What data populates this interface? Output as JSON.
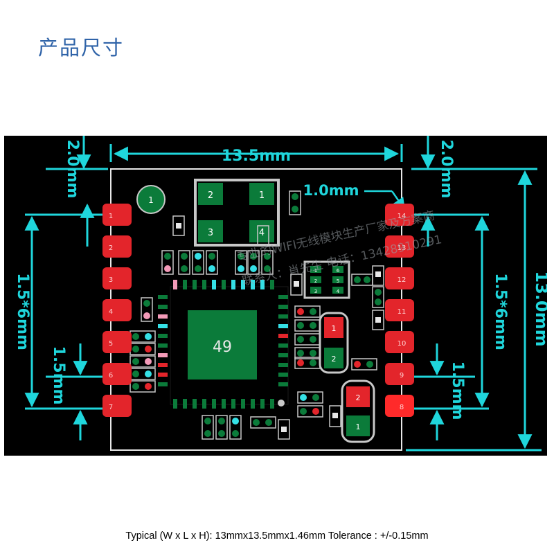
{
  "title": "产品尺寸",
  "colors": {
    "title": "#2f63a8",
    "board": "#000000",
    "outline": "#e8e8e8",
    "dimension": "#1fd6dc",
    "pad_red": "#e3252b",
    "copper_green": "#0b7b3a",
    "silkscreen": "#c8c8c8",
    "cyan_pad": "#35e0e6",
    "pink_pad": "#f39ab8"
  },
  "dimensions": {
    "top_width": "13.5mm",
    "left_margin": "2.0mm",
    "right_margin": "2.0mm",
    "pitch_left": "1.5*6mm",
    "pitch_right": "1.5*6mm",
    "pin_spacing_left": "1.5mm",
    "pin_spacing_right": "1.5mm",
    "height": "13.0mm",
    "pin_offset": "1.0mm"
  },
  "components": {
    "chip_label": "49",
    "antenna_pin": "1",
    "crystal_pads": [
      "2",
      "1",
      "3",
      "4"
    ],
    "small_ic_pads": [
      "1",
      "6",
      "2",
      "5",
      "3",
      "4"
    ],
    "cap1_pads": [
      "1",
      "2"
    ],
    "cap2_pads": [
      "2",
      "1"
    ]
  },
  "pins": {
    "left": [
      "1",
      "2",
      "3",
      "4",
      "5",
      "6",
      "7"
    ],
    "right": [
      "13",
      "12",
      "11",
      "10",
      "9",
      "8"
    ],
    "right_top": "14"
  },
  "watermark": {
    "line1": "专业的WIFI无线模块生产厂家及方案商",
    "line2": "联系人：肖先生 电话：13428910291"
  },
  "caption": "Typical (W x L x H): 13mmx13.5mmx1.46mm Tolerance : +/-0.15mm"
}
